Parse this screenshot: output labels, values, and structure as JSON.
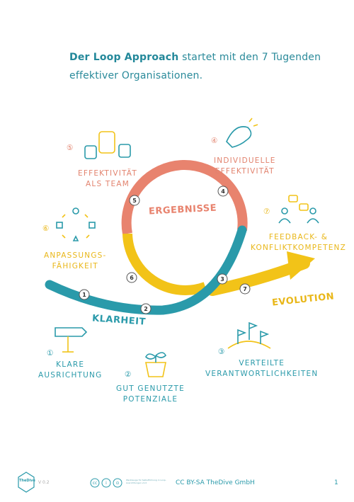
{
  "intro": {
    "bold": "Der Loop Approach",
    "rest": " startet mit den 7 Tugenden effektiver Organisationen."
  },
  "center": {
    "ergebnisse": "ERGEBNISSE",
    "klarheit": "KLARHEIT",
    "evolution": "EVOLUTION"
  },
  "loop_numbers": [
    "1",
    "2",
    "3",
    "4",
    "5",
    "6",
    "7"
  ],
  "virtues": [
    {
      "num": "①",
      "lines": [
        "KLARE",
        "AUSRICHTUNG"
      ]
    },
    {
      "num": "②",
      "lines": [
        "GUT GENUTZTE",
        "POTENZIALE"
      ]
    },
    {
      "num": "③",
      "lines": [
        "VERTEILTE",
        "VERANTWORTLICHKEITEN"
      ]
    },
    {
      "num": "④",
      "lines": [
        "INDIVIDUELLE",
        "EFFEKTIVITÄT"
      ]
    },
    {
      "num": "⑤",
      "lines": [
        "EFFEKTIVITÄT",
        "ALS TEAM"
      ]
    },
    {
      "num": "⑥",
      "lines": [
        "ANPASSUNGS-",
        "FÄHIGKEIT"
      ]
    },
    {
      "num": "⑦",
      "lines": [
        "FEEDBACK- &",
        "KONFLIKTKOMPETENZ"
      ]
    }
  ],
  "colors": {
    "teal": "#2a9aaa",
    "salmon": "#e8836e",
    "yellow": "#f2c318"
  },
  "footer": {
    "logo": "TheDive",
    "version": "V 0.2",
    "small_text": "Werkzeuge für Selbstführung in Loop-Ausrichtungen v1.0",
    "license": "CC BY-SA TheDive GmbH",
    "page": "1"
  }
}
